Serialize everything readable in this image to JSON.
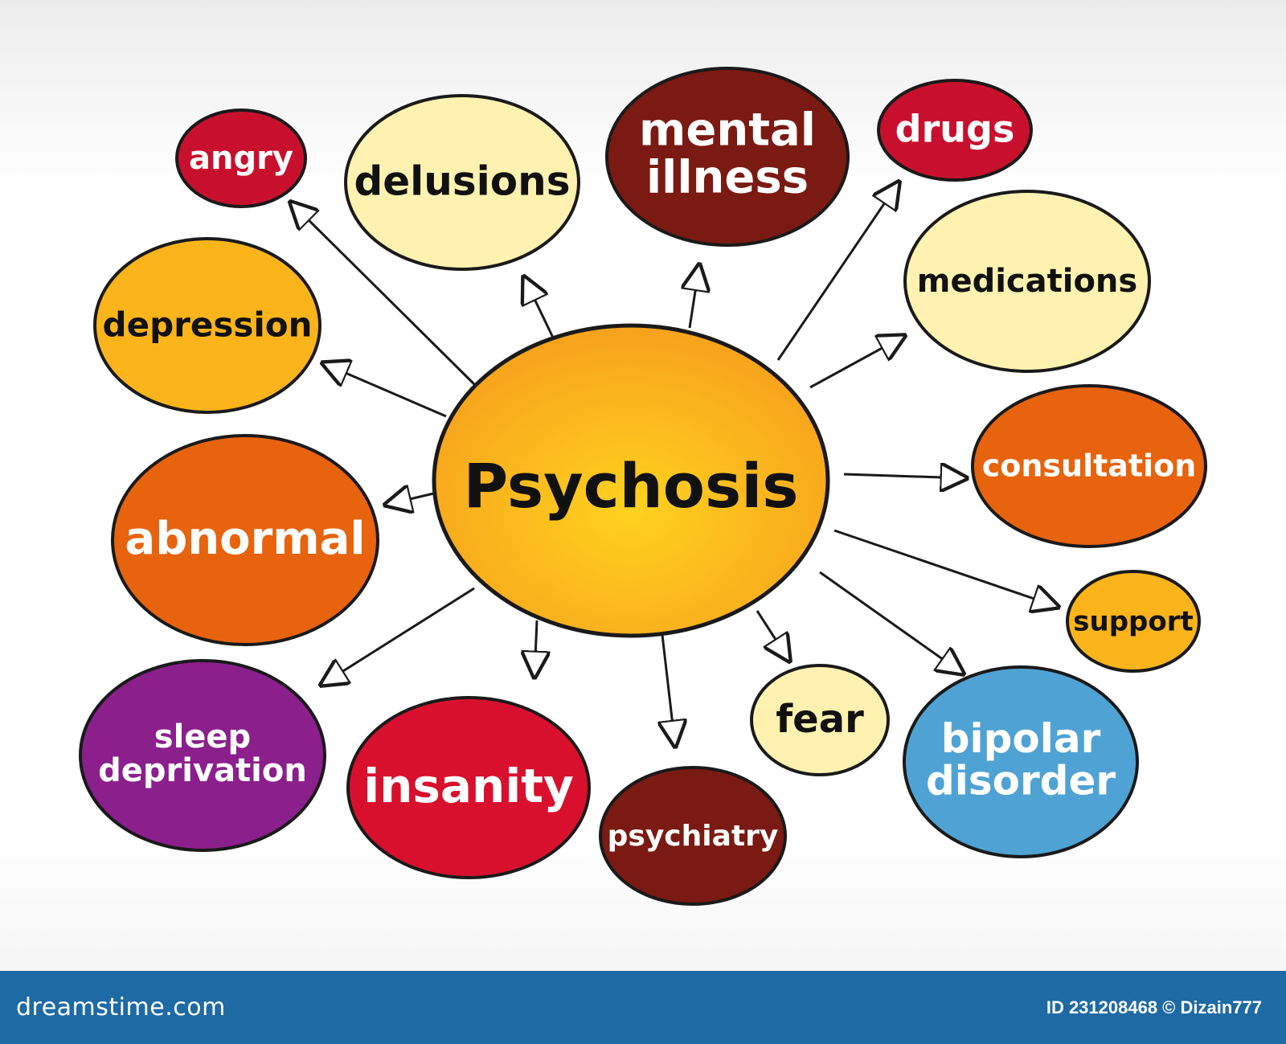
{
  "diagram": {
    "center": {
      "id": "psychosis",
      "label": "Psychosis"
    },
    "nodes": [
      {
        "id": "angry",
        "label": "angry",
        "color": "#c8102e",
        "text_color": "#ffffff"
      },
      {
        "id": "delusions",
        "label": "delusions",
        "color": "#fff2b0",
        "text_color": "#111111"
      },
      {
        "id": "mental-illness",
        "label": "mental illness",
        "lines": [
          "mental",
          "illness"
        ],
        "color": "#7a1a12",
        "text_color": "#ffffff"
      },
      {
        "id": "drugs",
        "label": "drugs",
        "color": "#c8102e",
        "text_color": "#ffffff"
      },
      {
        "id": "depression",
        "label": "depression",
        "color": "#fbb41a",
        "text_color": "#111111"
      },
      {
        "id": "medications",
        "label": "medications",
        "color": "#fff2b0",
        "text_color": "#111111"
      },
      {
        "id": "consultation",
        "label": "consultation",
        "color": "#e8630e",
        "text_color": "#ffffff"
      },
      {
        "id": "abnormal",
        "label": "abnormal",
        "color": "#e8630e",
        "text_color": "#ffffff"
      },
      {
        "id": "support",
        "label": "support",
        "color": "#fbb41a",
        "text_color": "#111111"
      },
      {
        "id": "sleep-deprivation",
        "label": "sleep deprivation",
        "lines": [
          "sleep",
          "deprivation"
        ],
        "color": "#8b1f8c",
        "text_color": "#ffffff"
      },
      {
        "id": "insanity",
        "label": "insanity",
        "color": "#d8102e",
        "text_color": "#ffffff"
      },
      {
        "id": "psychiatry",
        "label": "psychiatry",
        "color": "#7a1a12",
        "text_color": "#ffffff"
      },
      {
        "id": "fear",
        "label": "fear",
        "color": "#fff2b0",
        "text_color": "#111111"
      },
      {
        "id": "bipolar-disorder",
        "label": "bipolar disorder",
        "lines": [
          "bipolar",
          "disorder"
        ],
        "color": "#4fa3d4",
        "text_color": "#ffffff"
      }
    ],
    "colors": {
      "center": "#fcc419",
      "outline": "#1a1a1a",
      "arrow": "#1a1a1a"
    }
  },
  "footer": {
    "site": "dreamstime.com",
    "credit": "ID 231208468 © Dizain777",
    "background": "#1d6aa5"
  }
}
